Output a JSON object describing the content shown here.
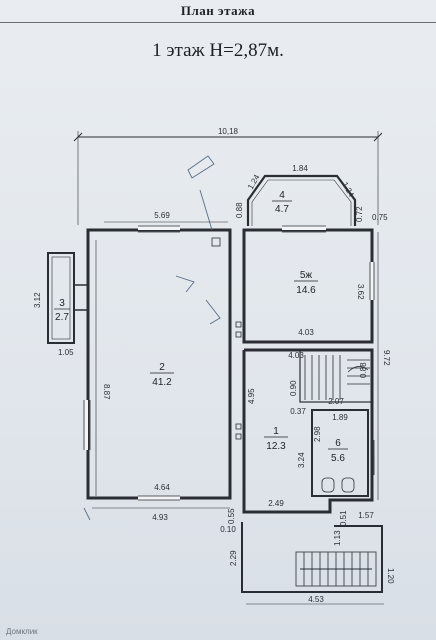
{
  "header": {
    "title": "План этажа"
  },
  "floor": {
    "label": "1 этаж H=2,87м."
  },
  "dimensions": {
    "overall_width": "10,18",
    "bay_top": "1.84",
    "bay_left": "1.24",
    "bay_right": "1.24",
    "left_top_width": "5.69",
    "bay_depth_left": "0.88",
    "bay_depth_right": "0.72",
    "bay_depth_right2": "0.75",
    "porch_height": "3.12",
    "porch_width": "1.05",
    "room2_height": "8.87",
    "room2_bottom": "4.64",
    "left_bottom": "4.93",
    "room5_height": "3.62",
    "room5_width": "4.03",
    "stair_width": "4.03",
    "right_height": "9.72",
    "stair_small": "0.90",
    "stair_small2": "0.88",
    "stair_w2": "2.07",
    "corridor_gap": "0.37",
    "room6_width": "1.89",
    "room6_height": "2.98",
    "room1_left": "4.95",
    "room1_mid": "3.24",
    "room1_bottom": "2.49",
    "bottom_055": "0.55",
    "bottom_010": "0.10",
    "bottom_051": "0.51",
    "bottom_157": "1.57",
    "terrace_height": "2.29",
    "terrace_small": "1.13",
    "terrace_step": "1.20",
    "terrace_width": "4.53"
  },
  "rooms": [
    {
      "num": "1",
      "area": "12.3"
    },
    {
      "num": "2",
      "area": "41.2"
    },
    {
      "num": "3",
      "area": "2.7"
    },
    {
      "num": "4",
      "area": "4.7"
    },
    {
      "num": "5ж",
      "area": "14.6"
    },
    {
      "num": "6",
      "area": "5.6"
    }
  ],
  "watermark": "Домклик"
}
